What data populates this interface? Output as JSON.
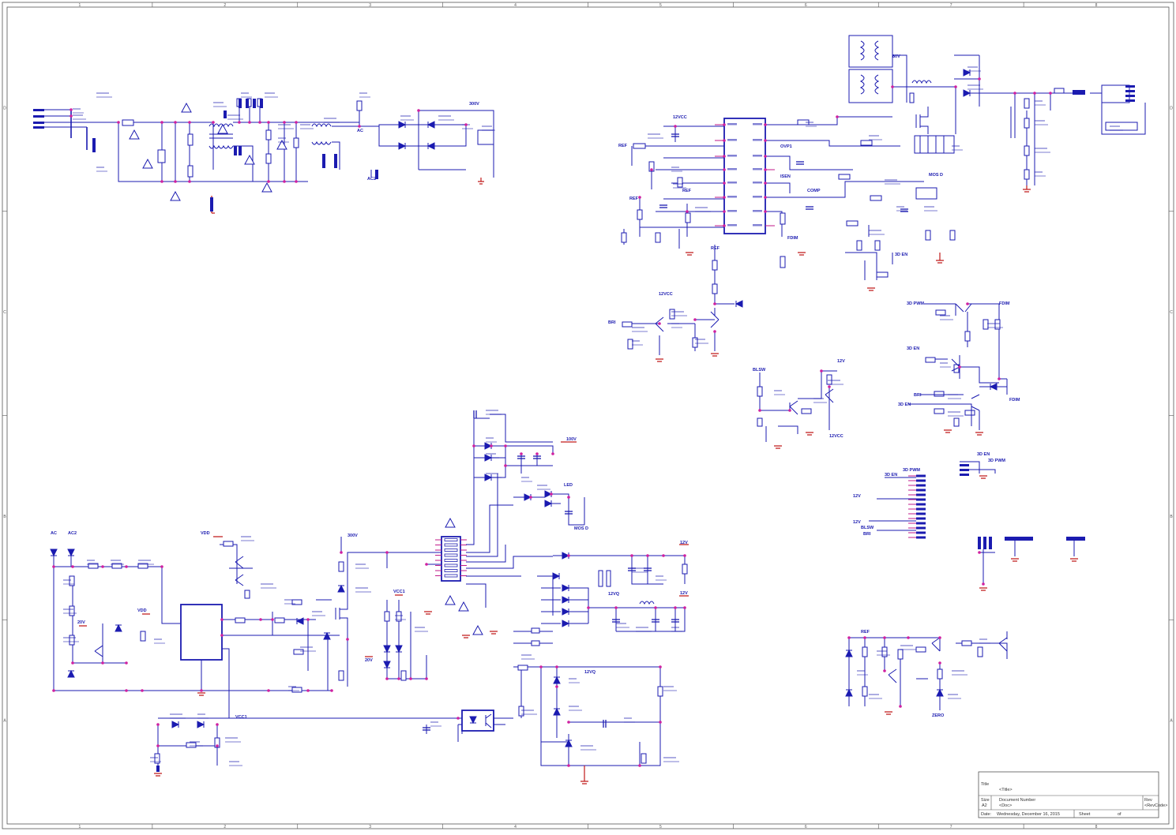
{
  "nets": [
    {
      "id": "ac",
      "text": "AC"
    },
    {
      "id": "ac2-top",
      "text": "AC2"
    },
    {
      "id": "ac-mid",
      "text": "AC"
    },
    {
      "id": "ac2-bot",
      "text": "AC2"
    },
    {
      "id": "v300-top",
      "text": "300V"
    },
    {
      "id": "v300-bot",
      "text": "300V"
    },
    {
      "id": "v12vcc-top",
      "text": "12VCC"
    },
    {
      "id": "v12vcc-q",
      "text": "12VCC"
    },
    {
      "id": "v12vcc-blsw",
      "text": "12VCC"
    },
    {
      "id": "ref-1",
      "text": "REF"
    },
    {
      "id": "ref-2",
      "text": "REF"
    },
    {
      "id": "ref-3",
      "text": "REF"
    },
    {
      "id": "ref-4",
      "text": "REF"
    },
    {
      "id": "ref-5",
      "text": "REF"
    },
    {
      "id": "isen",
      "text": "ISEN"
    },
    {
      "id": "comp",
      "text": "COMP"
    },
    {
      "id": "ovp1",
      "text": "OVP1"
    },
    {
      "id": "fdim-1",
      "text": "FDIM"
    },
    {
      "id": "fdim-2",
      "text": "FDIM"
    },
    {
      "id": "fdim-3",
      "text": "FDIM"
    },
    {
      "id": "mos-d-1",
      "text": "MOS D"
    },
    {
      "id": "mos-d-2",
      "text": "MOS D"
    },
    {
      "id": "en-3d-1",
      "text": "3D EN"
    },
    {
      "id": "en-3d-2",
      "text": "3D EN"
    },
    {
      "id": "en-3d-3",
      "text": "3D EN"
    },
    {
      "id": "en-3d-4",
      "text": "3D EN"
    },
    {
      "id": "en-3d-5",
      "text": "3D EN"
    },
    {
      "id": "pwm-3d-1",
      "text": "3D PWM"
    },
    {
      "id": "pwm-3d-2",
      "text": "3D PWM"
    },
    {
      "id": "pwm-3d-3",
      "text": "3D PWM"
    },
    {
      "id": "bri-1",
      "text": "BRI"
    },
    {
      "id": "bri-2",
      "text": "BRI"
    },
    {
      "id": "bri-3",
      "text": "BRI"
    },
    {
      "id": "blsw-1",
      "text": "BLSW"
    },
    {
      "id": "blsw-2",
      "text": "BLSW"
    },
    {
      "id": "v12-1",
      "text": "12V"
    },
    {
      "id": "v12-2",
      "text": "12V"
    },
    {
      "id": "v12-3",
      "text": "12V"
    },
    {
      "id": "v12-4",
      "text": "12V"
    },
    {
      "id": "v12-5",
      "text": "12V"
    },
    {
      "id": "v12q-1",
      "text": "12VQ"
    },
    {
      "id": "v12q-2",
      "text": "12VQ"
    },
    {
      "id": "v100",
      "text": "100V"
    },
    {
      "id": "vled",
      "text": "LED"
    },
    {
      "id": "v20-1",
      "text": "20V"
    },
    {
      "id": "v20-2",
      "text": "20V"
    },
    {
      "id": "vcc1-1",
      "text": "VCC1"
    },
    {
      "id": "vcc1-2",
      "text": "VCC1"
    },
    {
      "id": "vdd-1",
      "text": "VDD"
    },
    {
      "id": "vdd-2",
      "text": "VDD"
    },
    {
      "id": "zero",
      "text": "ZERO"
    },
    {
      "id": "v80",
      "text": "80V"
    }
  ],
  "title_block": {
    "title_label": "Title",
    "title_value": "<Title>",
    "size_label": "Size",
    "size_value": "A2",
    "docnum_label": "Document Number",
    "docnum_value": "<Doc>",
    "rev_label": "Rev",
    "rev_value": "<RevCode>",
    "date_label": "Date:",
    "date_value": "Wednesday, December 16, 2015",
    "sheet_label": "Sheet",
    "sheet_of": "of"
  },
  "border": {
    "cols_top": [
      "1",
      "2",
      "3",
      "4",
      "5",
      "6",
      "7",
      "8"
    ],
    "rows_left": [
      "D",
      "C",
      "B",
      "A"
    ]
  },
  "colors": {
    "wire": "#1b1bb0",
    "pin": "#c01a8a",
    "ground": "#c01a1a"
  }
}
